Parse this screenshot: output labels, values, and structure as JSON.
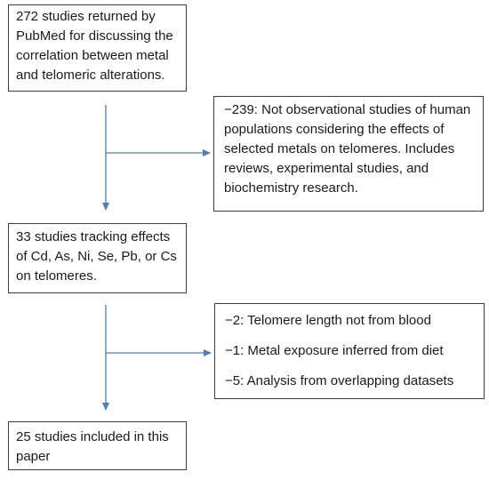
{
  "flow": {
    "identified": "272 studies returned by PubMed for discussing the correlation between metal and telomeric alterations.",
    "excluded_first": "−239: Not observational studies of human populations considering the effects of selected metals on telomeres. Includes reviews, experimental studies, and biochemistry research.",
    "screened": "33 studies tracking effects of Cd, As, Ni, Se, Pb, or Cs on telomeres.",
    "excluded_second": [
      "−2: Telomere length not from blood",
      "−1: Metal exposure inferred from diet",
      "−5: Analysis from overlapping datasets"
    ],
    "included": "25 studies included in this paper"
  },
  "colors": {
    "arrow": "#4a7ebf",
    "border": "#3c3c3c"
  }
}
